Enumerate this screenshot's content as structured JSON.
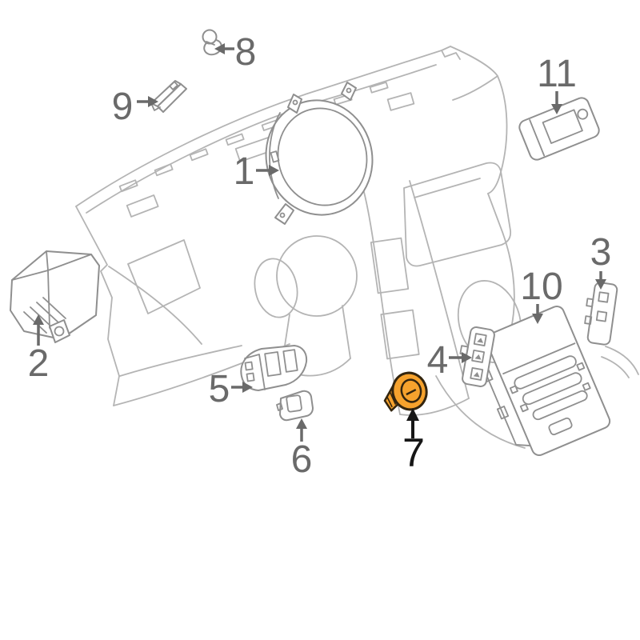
{
  "diagram": {
    "description": "Exploded parts diagram of a vehicle dashboard / instrument panel",
    "background": "#ffffff",
    "artwork_line_color": "#b4b4b4",
    "part_line_color": "#8f8f8f",
    "callout_color": "#6a6a6a",
    "highlight": {
      "callout_label": "7",
      "fill": "#f6a22d",
      "outline": "#33250f",
      "callout_color": "#161616"
    },
    "callouts": [
      {
        "label": "1",
        "part": "instrument-cluster",
        "arrow": "right",
        "highlighted": false
      },
      {
        "label": "2",
        "part": "module-with-connector",
        "arrow": "up",
        "highlighted": false
      },
      {
        "label": "3",
        "part": "right-switch-bank",
        "arrow": "down",
        "highlighted": false
      },
      {
        "label": "4",
        "part": "center-switch-bank",
        "arrow": "right",
        "highlighted": false
      },
      {
        "label": "5",
        "part": "headlamp-switch",
        "arrow": "right",
        "highlighted": false
      },
      {
        "label": "6",
        "part": "small-switch",
        "arrow": "up",
        "highlighted": false
      },
      {
        "label": "7",
        "part": "orange-knob-sensor",
        "arrow": "up",
        "highlighted": true
      },
      {
        "label": "8",
        "part": "bulb-retainer",
        "arrow": "left",
        "highlighted": false
      },
      {
        "label": "9",
        "part": "sensor-module",
        "arrow": "right",
        "highlighted": false
      },
      {
        "label": "10",
        "part": "center-stack-faceplate",
        "arrow": "down",
        "highlighted": false
      },
      {
        "label": "11",
        "part": "display-module",
        "arrow": "down",
        "highlighted": false
      }
    ]
  }
}
